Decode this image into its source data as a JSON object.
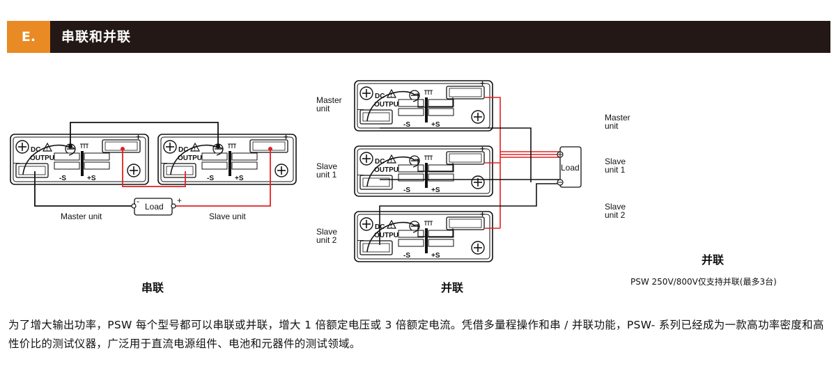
{
  "header": {
    "tag": "E.",
    "title": "串联和并联"
  },
  "series": {
    "load_label": "Load",
    "minus_sign": "-",
    "plus_sign": "+",
    "master_label": "Master unit",
    "slave_label": "Slave unit",
    "caption": "串联"
  },
  "parallel": {
    "load_label": "Load",
    "master_label_1": "Master",
    "master_label_2": "unit",
    "slave1_label_1": "Slave",
    "slave1_label_2": "unit 1",
    "slave2_label_1": "Slave",
    "slave2_label_2": "unit 2",
    "caption": "并联"
  },
  "right_panel": {
    "master_1": "Master",
    "master_2": "unit",
    "slave1_1": "Slave",
    "slave1_2": "unit 1",
    "slave2_1": "Slave",
    "slave2_2": "unit 2",
    "title": "并联",
    "note": "PSW 250V/800V仅支持并联(最多3台)"
  },
  "terminal": {
    "dc": "DC",
    "output": "OUTPUT",
    "sense_minus": "-S",
    "sense_plus": "+S",
    "plus": "+",
    "minus": "—"
  },
  "description": "为了增大输出功率，PSW 每个型号都可以串联或并联，增大 1 倍额定电压或 3 倍额定电流。凭借多量程操作和串 / 并联功能，PSW- 系列已经成为一款高功率密度和高性价比的测试仪器，广泛用于直流电源组件、电池和元器件的测试领域。",
  "colors": {
    "header_bg": "#231815",
    "tag_bg": "#e98a24",
    "wire_red": "#e02020",
    "wire_black": "#111111"
  }
}
